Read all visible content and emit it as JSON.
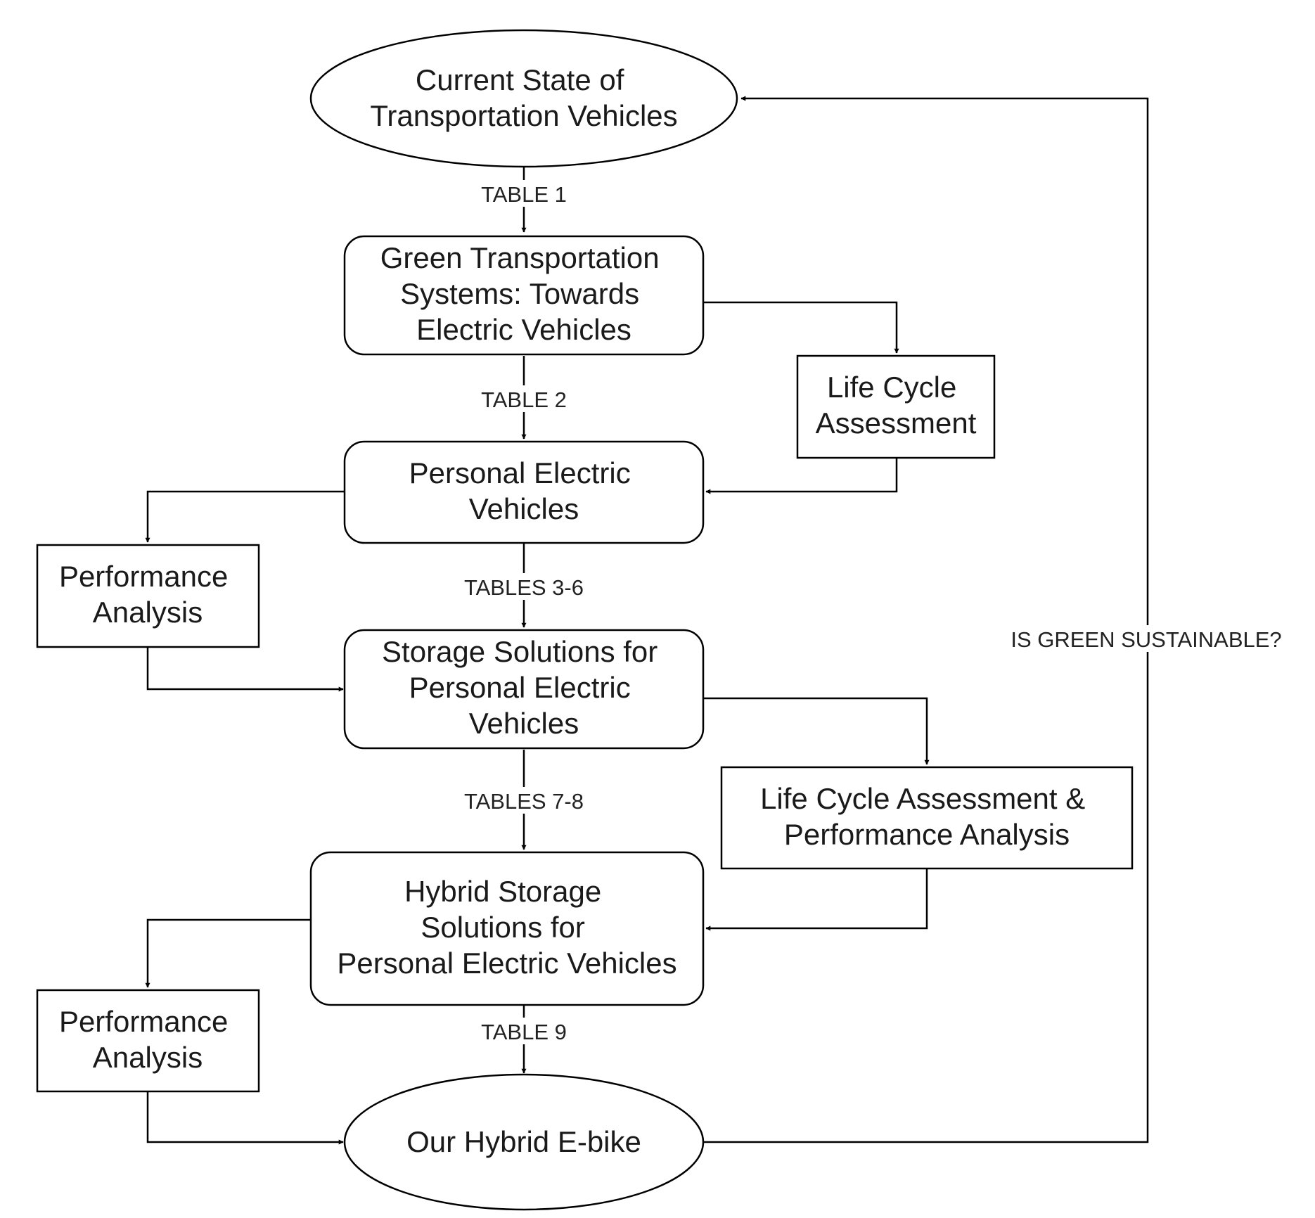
{
  "diagram": {
    "nodes": {
      "current_state": {
        "lines": [
          "Current State of",
          "Transportation Vehicles"
        ]
      },
      "green_transport": {
        "lines": [
          "Green Transportation",
          "Systems: Towards",
          "Electric Vehicles"
        ]
      },
      "lca_1": {
        "lines": [
          "Life Cycle",
          "Assessment"
        ]
      },
      "personal_ev": {
        "lines": [
          "Personal Electric",
          "Vehicles"
        ]
      },
      "perf_1": {
        "lines": [
          "Performance",
          "Analysis"
        ]
      },
      "storage": {
        "lines": [
          "Storage Solutions for",
          "Personal Electric",
          "Vehicles"
        ]
      },
      "lca_perf": {
        "lines": [
          "Life Cycle Assessment &",
          "Performance Analysis"
        ]
      },
      "hybrid_storage": {
        "lines": [
          "Hybrid Storage",
          "Solutions for",
          "Personal Electric Vehicles"
        ]
      },
      "perf_2": {
        "lines": [
          "Performance",
          "Analysis"
        ]
      },
      "ebike": {
        "lines": [
          "Our Hybrid E-bike"
        ]
      }
    },
    "edge_labels": {
      "table1": "TABLE 1",
      "table2": "TABLE 2",
      "tables3_6": "TABLES 3-6",
      "tables7_8": "TABLES 7-8",
      "table9": "TABLE 9",
      "feedback": "IS GREEN SUSTAINABLE?"
    }
  }
}
